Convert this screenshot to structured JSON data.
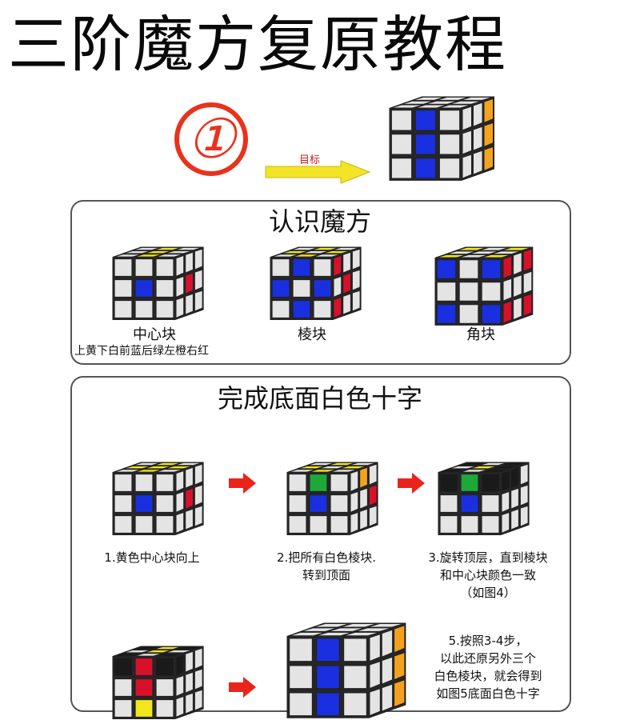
{
  "title": "三阶魔方复原教程",
  "step_number": "①",
  "goal_label": "目标",
  "section1": {
    "heading": "认识魔方",
    "items": [
      {
        "label": "中心块",
        "sublabel": "上黄下白前蓝后绿左橙右红"
      },
      {
        "label": "棱块"
      },
      {
        "label": "角块"
      }
    ]
  },
  "section2": {
    "heading": "完成底面白色十字",
    "steps": [
      {
        "lines": [
          "1.黄色中心块向上"
        ]
      },
      {
        "lines": [
          "2.把所有白色棱块.",
          "转到顶面"
        ]
      },
      {
        "lines": [
          "3.旋转顶层，直到棱块",
          "和中心块颜色一致",
          "（如图4）"
        ]
      },
      {
        "lines": [
          "5.按照3-4步，",
          "以此还原另外三个",
          "白色棱块，就会得到",
          "如图5底面白色十字"
        ]
      }
    ]
  },
  "colors": {
    "white": "#e4e4e4",
    "blue": "#1a2fe0",
    "yellow": "#f2e61c",
    "red": "#d8112a",
    "orange": "#f3a21e",
    "green": "#1ea83a",
    "black": "#1a1a1a",
    "arrow_red": "#e8241c",
    "arrow_yellow": "#f3e428"
  }
}
